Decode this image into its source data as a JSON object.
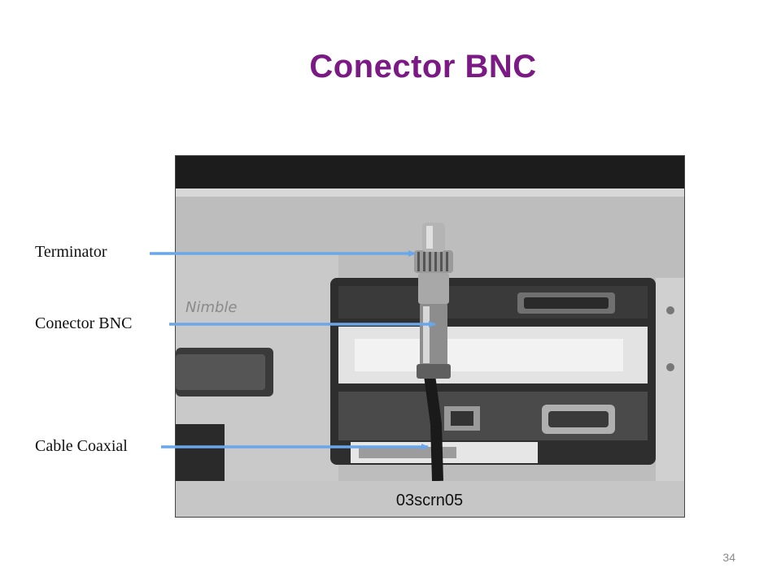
{
  "slide": {
    "title": "Conector BNC",
    "page_number": "34"
  },
  "image": {
    "caption": "03scrn05",
    "logo_text": "Nimble"
  },
  "callouts": [
    {
      "id": "terminator",
      "label": "Terminator"
    },
    {
      "id": "bnc-connector",
      "label": "Conector BNC"
    },
    {
      "id": "coaxial-cable",
      "label": "Cable Coaxial"
    }
  ],
  "colors": {
    "title": "#7b1a84",
    "arrow": "#6aa6e8",
    "caption_bar": "#c6c6c6"
  }
}
